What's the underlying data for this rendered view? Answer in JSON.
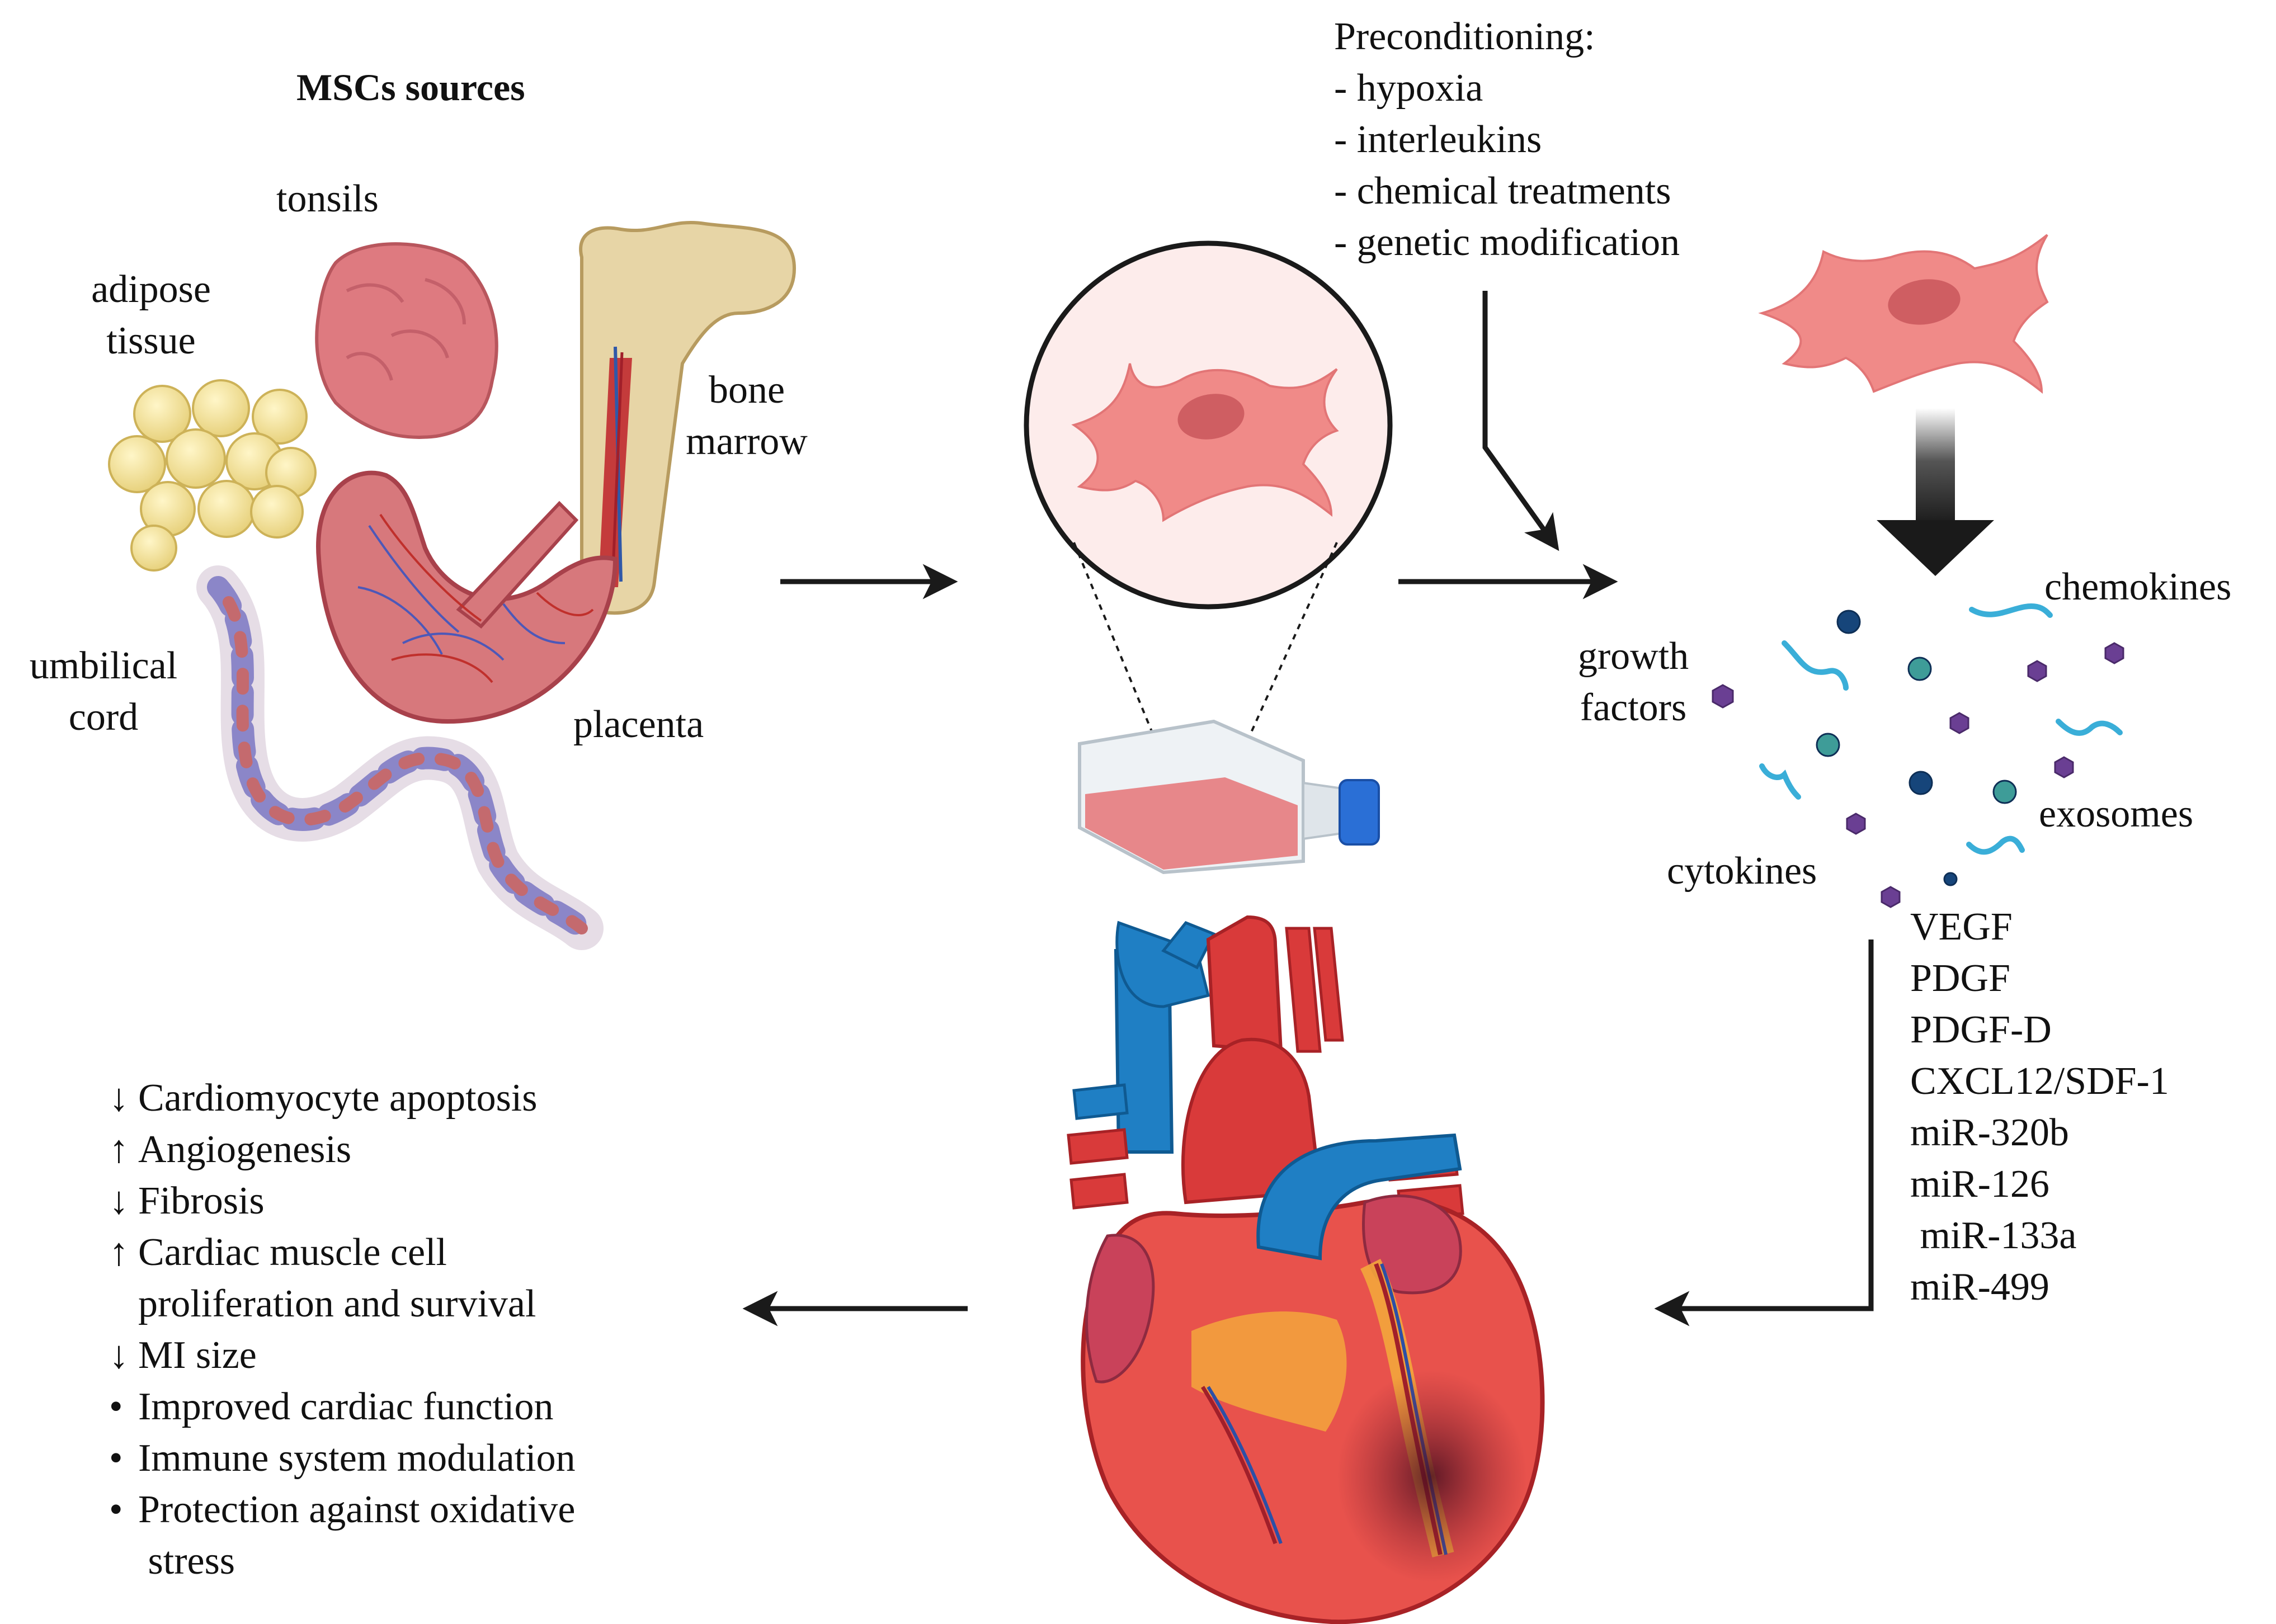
{
  "sources": {
    "title": "MSCs sources",
    "tonsils": "tonsils",
    "adipose": [
      "adipose",
      "tissue"
    ],
    "bone_marrow": [
      "bone",
      "marrow"
    ],
    "umbilical_cord": [
      "umbilical",
      "cord"
    ],
    "placenta": "placenta"
  },
  "preconditioning": {
    "title": "Preconditioning:",
    "items": [
      "- hypoxia",
      "- interleukins",
      "- chemical treatments",
      "- genetic modification"
    ]
  },
  "secretome": {
    "growth_factors": [
      "growth",
      "factors"
    ],
    "chemokines": "chemokines",
    "exosomes": "exosomes",
    "cytokines": "cytokines"
  },
  "molecules": [
    "VEGF",
    "PDGF",
    "PDGF-D",
    "CXCL12/SDF-1",
    "miR-320b",
    "miR-126",
    " miR-133a",
    "miR-499"
  ],
  "effects": [
    {
      "marker": "↓",
      "text": "Cardiomyocyte apoptosis"
    },
    {
      "marker": "↑",
      "text": "Angiogenesis"
    },
    {
      "marker": "↓",
      "text": "Fibrosis"
    },
    {
      "marker": "↑",
      "text": "Cardiac muscle cell"
    },
    {
      "marker": "",
      "text": "proliferation and survival"
    },
    {
      "marker": "↓",
      "text": "MI size"
    },
    {
      "marker": "•",
      "text": "Improved cardiac function"
    },
    {
      "marker": "•",
      "text": "Immune system modulation"
    },
    {
      "marker": "•",
      "text": "Protection against oxidative"
    },
    {
      "marker": "",
      "text": " stress"
    }
  ],
  "colors": {
    "cell_pink": "#f08a88",
    "nucleus": "#cf5e62",
    "heart_red": "#d93a3a",
    "vessel_blue": "#1f7fc4",
    "flask_cap": "#2a6fd6",
    "tonsil": "#de7a80",
    "adipose": "#f4e39a",
    "arrow": "#1a1a1a",
    "particle_teal": "#3e9c98",
    "particle_navy": "#16457a",
    "particle_purple": "#6a3f93",
    "particle_cyan": "#3aaed8"
  },
  "icons": [
    "tonsil-icon",
    "adipose-cells-icon",
    "bone-icon",
    "placenta-icon",
    "umbilical-cord-icon",
    "msc-cell-icon",
    "culture-flask-icon",
    "heart-icon",
    "exosome-icon",
    "cytokine-icon"
  ]
}
